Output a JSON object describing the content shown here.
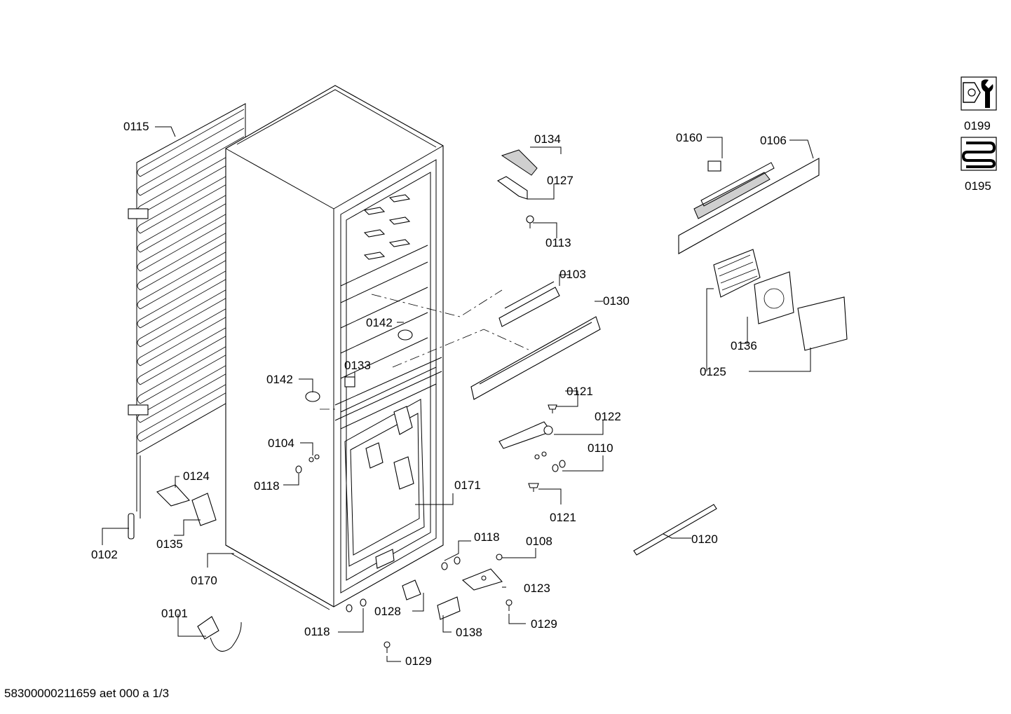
{
  "footer": "58300000211659 aet 000 a 1/3",
  "icons": [
    {
      "name": "service-tools-icon",
      "caption": "0199"
    },
    {
      "name": "condenser-coil-icon",
      "caption": "0195"
    }
  ],
  "labels": {
    "l0115": "0115",
    "l0134": "0134",
    "l0127": "0127",
    "l0113": "0113",
    "l0160": "0160",
    "l0106": "0106",
    "l0103": "0103",
    "l0130": "0130",
    "l0142a": "0142",
    "l0133": "0133",
    "l0142b": "0142",
    "l0136": "0136",
    "l0125": "0125",
    "l0121a": "0121",
    "l0122": "0122",
    "l0110": "0110",
    "l0121b": "0121",
    "l0104": "0104",
    "l0118a": "0118",
    "l0124": "0124",
    "l0171": "0171",
    "l0120": "0120",
    "l0135": "0135",
    "l0102": "0102",
    "l0170": "0170",
    "l0118b": "0118",
    "l0108": "0108",
    "l0123": "0123",
    "l0101": "0101",
    "l0128": "0128",
    "l0138": "0138",
    "l0129a": "0129",
    "l0118c": "0118",
    "l0129b": "0129"
  }
}
